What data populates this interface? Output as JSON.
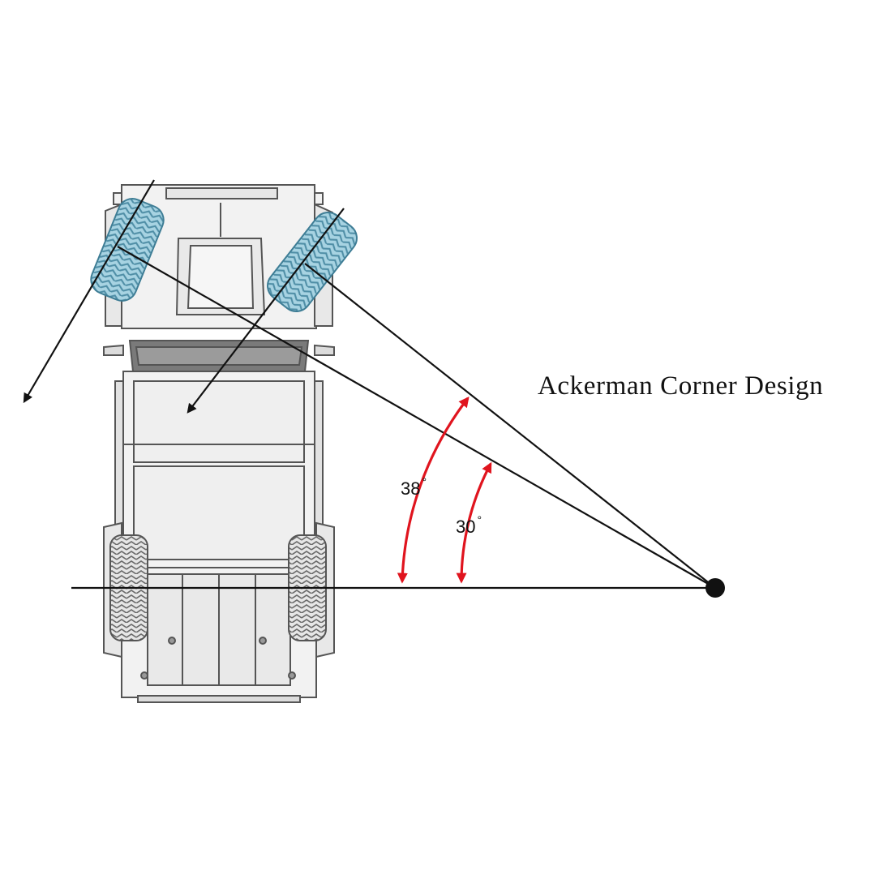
{
  "title": "Ackerman Corner Design",
  "angles": [
    {
      "value": "38",
      "unit": "°"
    },
    {
      "value": "30",
      "unit": "°"
    }
  ],
  "colors": {
    "background": "#ffffff",
    "lines": "#111111",
    "angle_arrows": "#e0141e",
    "tire_tread": "#8fc4d6",
    "vehicle_outline": "#555555",
    "vehicle_fill": "#f2f2f2"
  }
}
